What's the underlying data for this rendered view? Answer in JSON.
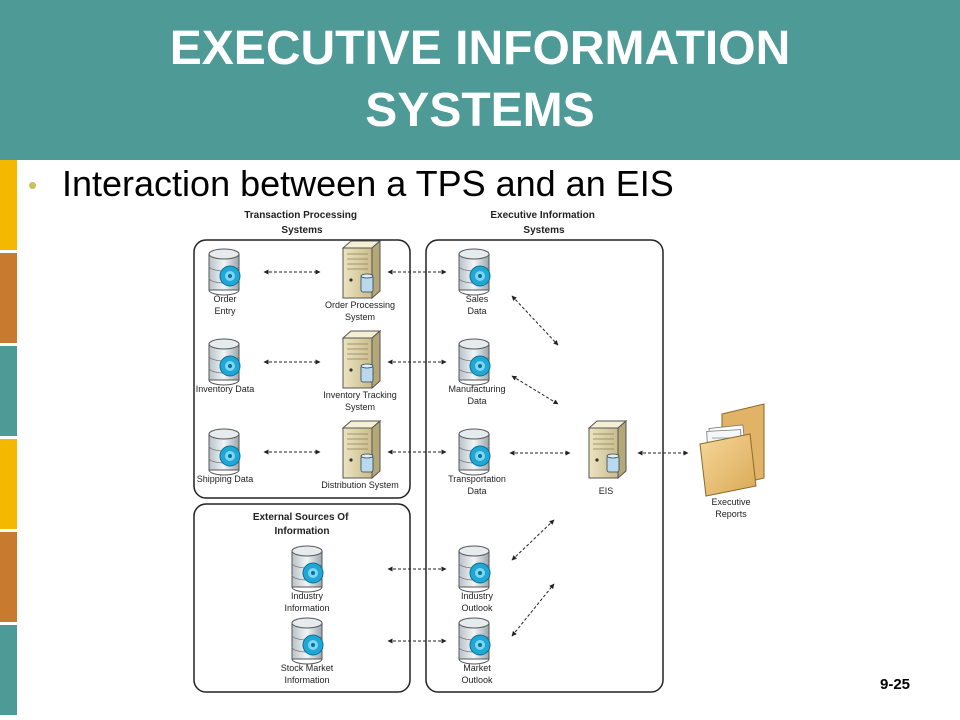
{
  "slide": {
    "title_line1": "EXECUTIVE INFORMATION",
    "title_line2": "SYSTEMS",
    "bullet": "Interaction between a TPS and an EIS",
    "page_number": "9-25",
    "colors": {
      "header": "#4e9a96",
      "sidebar": [
        "#f5b800",
        "#c87a2e",
        "#4e9a96",
        "#f5b800",
        "#c87a2e",
        "#4e9a96"
      ],
      "bullet": "#c9c25a"
    }
  },
  "diagram": {
    "tps_title": [
      "Transaction Processing",
      "Systems"
    ],
    "eis_title": [
      "Executive Information",
      "Systems"
    ],
    "ext_title": [
      "External Sources Of",
      "Information"
    ],
    "tps_sources": [
      [
        "Order",
        "Entry"
      ],
      [
        "Inventory Data"
      ],
      [
        "Shipping Data"
      ]
    ],
    "tps_systems": [
      [
        "Order Processing",
        "System"
      ],
      [
        "Inventory Tracking",
        "System"
      ],
      [
        "Distribution System"
      ]
    ],
    "ext_sources": [
      [
        "Industry",
        "Information"
      ],
      [
        "Stock Market",
        "Information"
      ]
    ],
    "eis_data": [
      [
        "Sales",
        "Data"
      ],
      [
        "Manufacturing",
        "Data"
      ],
      [
        "Transportation",
        "Data"
      ],
      [
        "Industry",
        "Outlook"
      ],
      [
        "Market",
        "Outlook"
      ]
    ],
    "eis_label": "EIS",
    "reports_label": [
      "Executive",
      "Reports"
    ],
    "icons": {
      "database": "database-disc-icon",
      "server": "server-icon",
      "reports": "folder-reports-icon"
    }
  }
}
